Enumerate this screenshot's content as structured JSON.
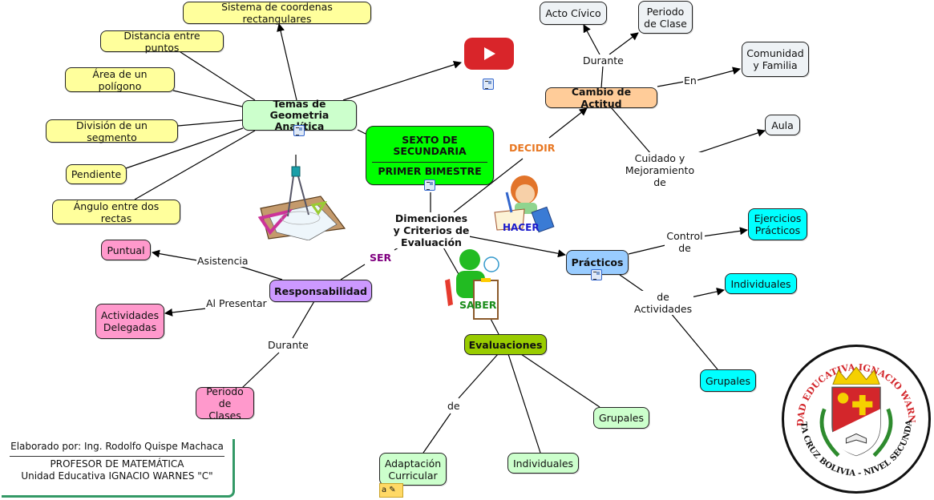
{
  "central": {
    "title": "SEXTO DE\nSECUNDARIA",
    "subtitle": "PRIMER BIMESTRE"
  },
  "geometry": {
    "title": "Temas de\nGeometria Analítica",
    "topics": [
      "Sistema de coordenas rectangulares",
      "Distancia entre puntos",
      "Área de un polígono",
      "División de un segmento",
      "Pendiente",
      "Ángulo entre dos rectas"
    ]
  },
  "dimensions": {
    "title": "Dimenciones\ny Criterios de\nEvaluación",
    "ser": "SER",
    "saber": "SABER",
    "hacer": "HACER",
    "decidir": "DECIDIR"
  },
  "decidir_branch": {
    "node": "Cambio de Actitud",
    "during_label": "Durante",
    "during_targets": [
      "Acto Cívico",
      "Periodo\nde Clase"
    ],
    "en_label": "En",
    "en_target": "Comunidad\ny Familia",
    "care_label": "Cuidado y\nMejoramiento de",
    "care_target": "Aula"
  },
  "hacer_branch": {
    "node": "Prácticos",
    "control_label": "Control\nde",
    "control_target": "Ejercicios\nPrácticos",
    "activities_label": "de\nActividades",
    "activities_targets": [
      "Individuales",
      "Grupales"
    ]
  },
  "ser_branch": {
    "node": "Responsabilidad",
    "attendance_label": "Asistencia",
    "attendance_target": "Puntual",
    "present_label": "Al Presentar",
    "present_target": "Actividades\nDelegadas",
    "during_label": "Durante",
    "during_target": "Periodo\nde Clases"
  },
  "saber_branch": {
    "node": "Evaluaciones",
    "de_label": "de",
    "targets": [
      "Adaptación\nCurricular",
      "Individuales",
      "Grupales"
    ]
  },
  "credits": {
    "author": "Elaborado por: Ing. Rodolfo Quispe Machaca",
    "role": "PROFESOR DE MATEMÁTICA",
    "school": "Unidad Educativa IGNACIO WARNES \"C\""
  },
  "seal": {
    "top_text": "UNIDAD EDUCATIVA IGNACIO WARNES C",
    "bottom_text": "SANTA CRUZ BOLIVIA - NIVEL SECUNDARIO"
  },
  "icons": {
    "video": "youtube-play-icon",
    "resource": "resource-list-icon",
    "note": "annotation-note-icon"
  },
  "colors": {
    "decidir": "#e87722",
    "ser": "#800080",
    "saber": "#1a8c1a",
    "hacer": "#1a1acc",
    "youtube": "#d9252a"
  }
}
